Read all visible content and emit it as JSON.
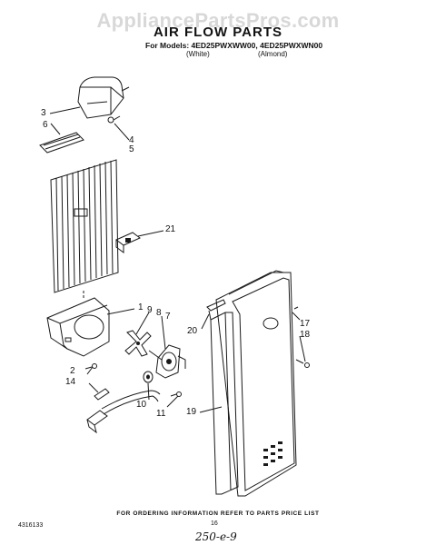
{
  "watermark": "AppliancePartsPros.com",
  "title": "AIR FLOW PARTS",
  "models": "For Models: 4ED25PWXWW00, 4ED25PWXWN00",
  "color_white": "(White)",
  "color_almond": "(Almond)",
  "callouts": {
    "c3": "3",
    "c6": "6",
    "c4": "4",
    "c5": "5",
    "c21": "21",
    "c1": "1",
    "c9": "9",
    "c8": "8",
    "c7": "7",
    "c2": "2",
    "c14": "14",
    "c10": "10",
    "c11": "11",
    "c20": "20",
    "c17": "17",
    "c18": "18",
    "c19": "19"
  },
  "footnote": "FOR ORDERING INFORMATION REFER TO PARTS PRICE LIST",
  "part_number": "4316133",
  "page_number": "16",
  "handwritten_note": "250-e-9"
}
